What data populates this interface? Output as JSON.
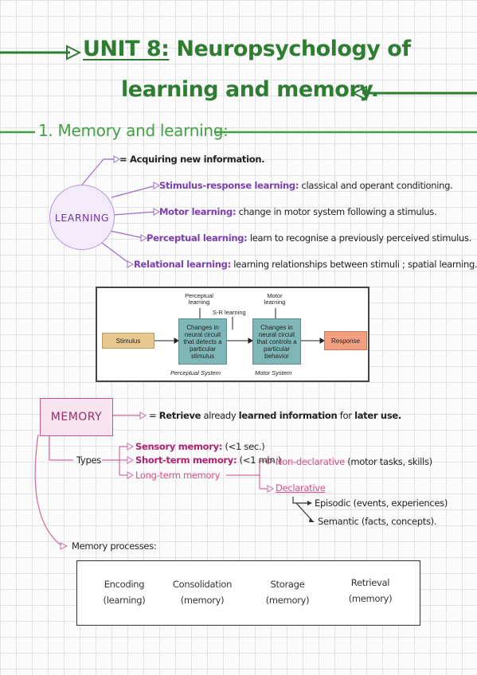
{
  "title": {
    "prefix": "UNIT 8:",
    "line1": "Neuropsychology of",
    "line2": "learning and memory."
  },
  "section1": "1. Memory and learning:",
  "learning": {
    "label": "LEARNING",
    "definition": "= Acquiring new information.",
    "items": [
      {
        "term": "Stimulus-response learning:",
        "desc": "classical and operant conditioning."
      },
      {
        "term": "Motor learning:",
        "desc": "change in motor system following a stimulus."
      },
      {
        "term": "Perceptual learning:",
        "desc": "learn to recognise a previously perceived stimulus."
      },
      {
        "term": "Relational learning:",
        "desc": "learning relationships between stimuli ; spatial learning."
      }
    ]
  },
  "diagram": {
    "perceptual_learning": "Perceptual learning",
    "sr_learning": "S-R learning",
    "motor_learning": "Motor learning",
    "stimulus": "Stimulus",
    "box1": "Changes in neural circuit that detects a particular stimulus",
    "box2": "Changes in neural circuit that controls a particular behavior",
    "response": "Response",
    "perceptual_system": "Perceptual System",
    "motor_system": "Motor System",
    "colors": {
      "stimulus": "#e9c98f",
      "teal": "#7fb7b9",
      "response": "#f3a082"
    }
  },
  "memory": {
    "label": "MEMORY",
    "def_eq": "=",
    "def_b1": "Retrieve",
    "def_mid": "already",
    "def_b2": "learned information",
    "def_mid2": "for",
    "def_b3": "later use.",
    "types_label": "Types",
    "sensory_term": "Sensory memory:",
    "sensory_desc": "(<1 sec.)",
    "short_term": "Short-term memory:",
    "short_desc": "(<1 min.)",
    "long_term": "Long-term memory",
    "nondecl_term": "Non-declarative",
    "nondecl_desc": "(motor tasks, skills)",
    "decl_term": "Declarative",
    "episodic": "Episodic (events, experiences)",
    "semantic": "Semantic (facts, concepts).",
    "processes_label": "Memory processes:",
    "processes": [
      {
        "line1": "Encoding",
        "line2": "(learning)"
      },
      {
        "line1": "Consolidation",
        "line2": "(memory)"
      },
      {
        "line1": "Storage",
        "line2": "(memory)"
      },
      {
        "line1": "Retrieval",
        "line2": "(memory)"
      }
    ]
  }
}
